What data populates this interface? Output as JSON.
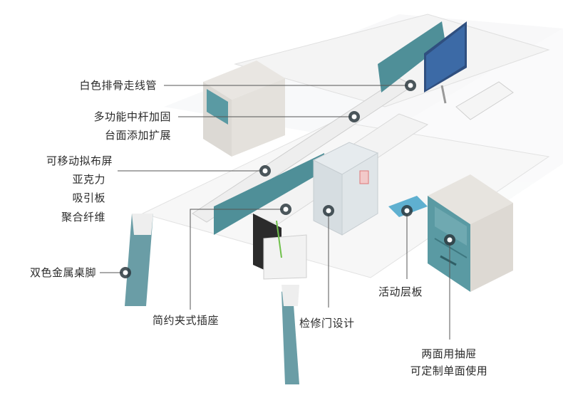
{
  "colors": {
    "accent": "#5a9aa3",
    "panel": "#4f8f98",
    "wood": "#e6e3df",
    "frame": "#f1f1f1",
    "line": "#555555"
  },
  "callouts": {
    "cable_manager": "白色排骨走线管",
    "center_rail_1": "多功能中杆加固",
    "center_rail_2": "台面添加扩展",
    "screen_1": "可移动拟布屏",
    "screen_2": "亚克力",
    "screen_3": "吸引板",
    "screen_4": "聚合纤维",
    "legs": "双色金属桌脚",
    "socket": "简约夹式插座",
    "access_door": "检修门设计",
    "shelf": "活动层板",
    "drawer_1": "两面用抽屉",
    "drawer_2": "可定制单面使用"
  }
}
